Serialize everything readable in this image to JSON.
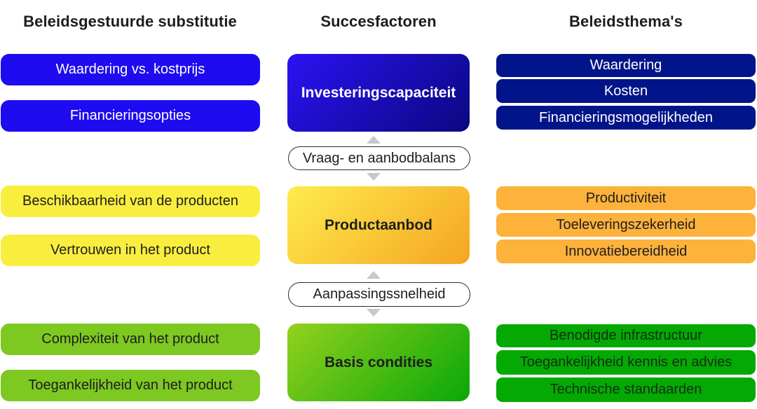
{
  "titles": {
    "left": "Beleidsgestuurde substitutie",
    "middle": "Succesfactoren",
    "right": "Beleidsthema's"
  },
  "rows": [
    {
      "name": "investeringscapaciteit",
      "success_factor": "Investeringscapaciteit",
      "left_factors": [
        "Waardering vs. kostprijs",
        "Financieringsopties"
      ],
      "policy_themes": [
        "Waardering",
        "Kosten",
        "Financieringsmogelijkheden"
      ],
      "colors": {
        "left_box": "#1E0BF0",
        "middle_gradient_from": "#2B12F3",
        "middle_gradient_to": "#0A0880",
        "right_box": "#021489",
        "text": "#FFFFFF"
      }
    },
    {
      "name": "productaanbod",
      "success_factor": "Productaanbod",
      "left_factors": [
        "Beschikbaarheid van de producten",
        "Vertrouwen in het product"
      ],
      "policy_themes": [
        "Productiviteit",
        "Toeleveringszekerheid",
        "Innovatiebereidheid"
      ],
      "colors": {
        "left_box": "#F9EE3E",
        "middle_gradient_from": "#FDEC4D",
        "middle_gradient_to": "#F5A423",
        "right_box": "#FCB23B",
        "text": "#1E1E1E"
      }
    },
    {
      "name": "basis_condities",
      "success_factor": "Basis condities",
      "left_factors": [
        "Complexiteit van het product",
        "Toegankelijkheid van het product"
      ],
      "policy_themes": [
        "Benodigde infrastructuur",
        "Toegankelijkheid kennis en advies",
        "Technische standaarden"
      ],
      "colors": {
        "left_box": "#7EC822",
        "middle_gradient_from": "#93D11E",
        "middle_gradient_to": "#08A808",
        "right_box": "#04A904",
        "text": "#112E11"
      }
    }
  ],
  "connectors": [
    {
      "label": "Vraag- en aanbodbalans"
    },
    {
      "label": "Aanpassingssnelheid"
    }
  ],
  "arrow_color": "#C7C8CA"
}
